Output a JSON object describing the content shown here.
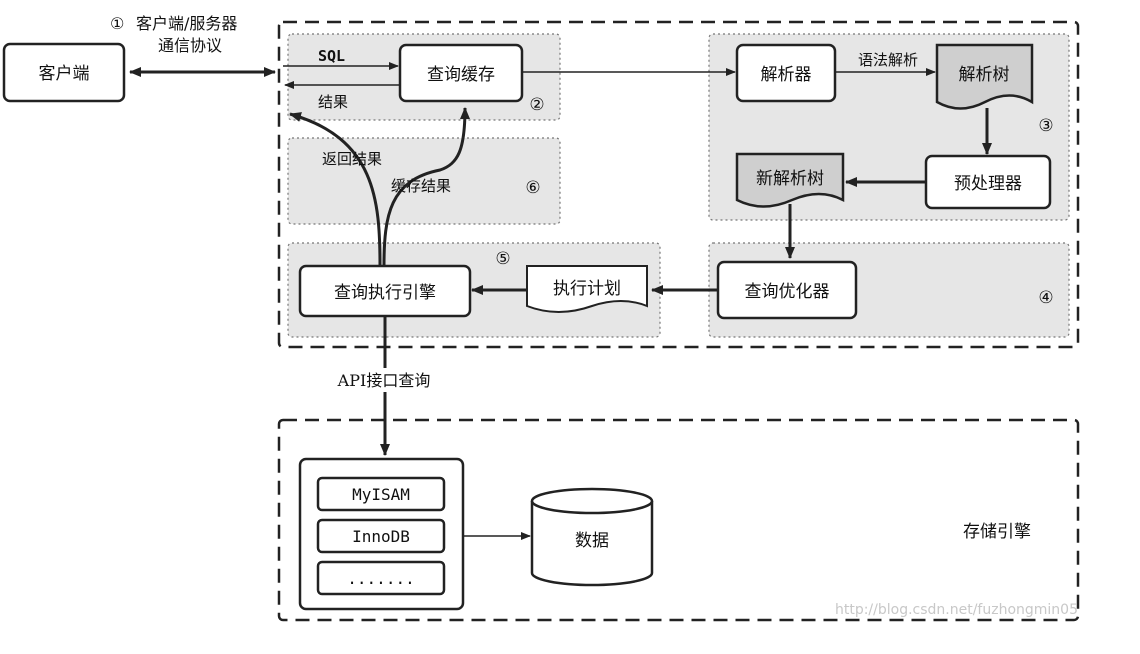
{
  "protocol": {
    "number": "①",
    "line1": "客户端/服务器",
    "line2": "通信协议"
  },
  "client": {
    "label": "客户端"
  },
  "cache": {
    "label": "查询缓存",
    "sql": "SQL",
    "result": "结果",
    "number": "②"
  },
  "parsing": {
    "parser": "解析器",
    "grammar": "语法解析",
    "parse_tree": "解析树",
    "preprocessor": "预处理器",
    "new_parse_tree": "新解析树",
    "number": "③"
  },
  "optimizer": {
    "label": "查询优化器",
    "number": "④"
  },
  "execution": {
    "engine": "查询执行引擎",
    "plan": "执行计划",
    "number": "⑤"
  },
  "return_region": {
    "return_result": "返回结果",
    "cache_result": "缓存结果",
    "number": "⑥"
  },
  "api": {
    "label": "API接口查询"
  },
  "storage": {
    "engines": [
      "MyISAM",
      "InnoDB",
      "......."
    ],
    "data": "数据",
    "label": "存储引擎"
  },
  "watermark": "http://blog.csdn.net/fuzhongmin05",
  "colors": {
    "region_fill": "#e6e6e6",
    "doc_fill": "#cfcfcf",
    "line": "#222222"
  }
}
